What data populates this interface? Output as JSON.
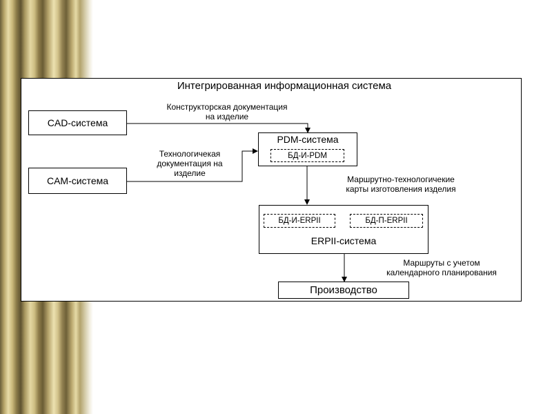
{
  "diagram": {
    "title": "Интегрированная информационная система",
    "boxes": {
      "cad": "CAD-система",
      "cam": "CAM-система",
      "pdm": "PDM-система",
      "pdm_db": "БД-И-PDM",
      "erp": "ERPII-система",
      "erp_db_i": "БД-И-ERPII",
      "erp_db_p": "БД-П-ERPII",
      "production": "Производство"
    },
    "edges": {
      "cad_to_pdm": [
        "Конструкторская документация",
        "на изделие"
      ],
      "cam_to_pdm": [
        "Технологичекая",
        "документация на",
        "изделие"
      ],
      "pdm_to_erp": [
        "Маршрутно-технологичекие",
        "карты изготовления изделия"
      ],
      "erp_to_production": [
        "Маршруты с учетом",
        "календарного планирования"
      ]
    }
  }
}
